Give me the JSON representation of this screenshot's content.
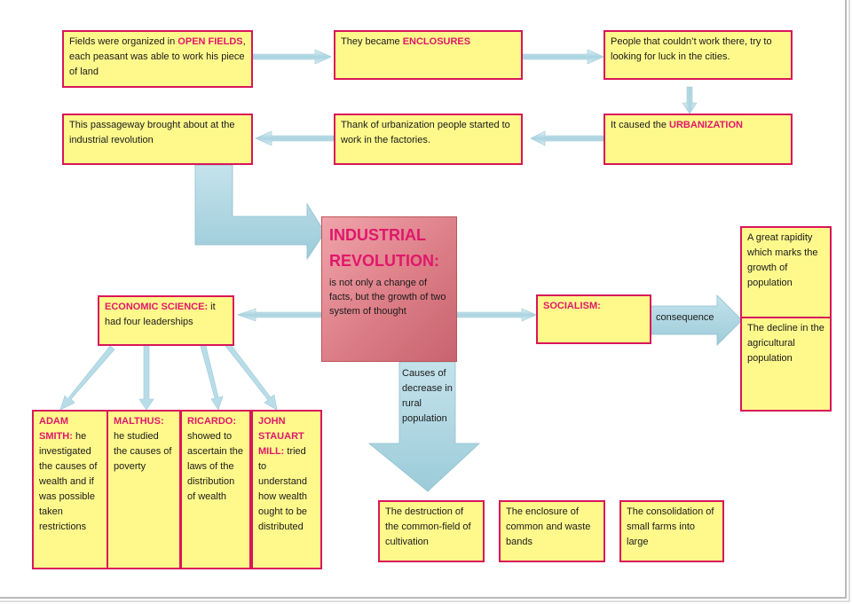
{
  "boxes": {
    "open_fields": {
      "pre": "Fields were organized in ",
      "hl": "OPEN FIELDS",
      "post": ", each peasant was able to work his piece of land"
    },
    "enclosures": {
      "pre": "They became ",
      "hl": "ENCLOSURES"
    },
    "cities": {
      "text": "People that couldn’t  work there, try to looking for luck in the cities."
    },
    "urbanization": {
      "pre": "It  caused the ",
      "hl": "URBANIZATION"
    },
    "factories": {
      "text": "Thank of urbanization people started to work in the factories."
    },
    "passageway": {
      "text": "This passageway brought about at the industrial revolution"
    },
    "economic": {
      "hl": "ECONOMIC SCIENCE:",
      "post": " it had four leaderships"
    },
    "socialism": {
      "hl": "SOCIALISM:"
    },
    "rapidity": {
      "text": "A great rapidity which marks the growth of population"
    },
    "decline": {
      "text": "The decline in the agricultural population"
    },
    "smith": {
      "hd": "ADAM SMITH:",
      "post": " he investigated the causes of wealth and if was possible taken restrictions"
    },
    "malthus": {
      "hd": "MALTHUS:",
      "post": " he studied the causes of poverty"
    },
    "ricardo": {
      "hd": "RICARDO:",
      "post": " showed to ascertain the laws of the distribution of wealth"
    },
    "mill": {
      "hd": "JOHN STAUART MILL:",
      "post": " tried to understand how wealth ought to be distributed"
    },
    "destruction": {
      "text": "The destruction of the common-field of cultivation"
    },
    "enclosure_common": {
      "text": "The enclosure of common and waste bands"
    },
    "consolidation": {
      "text": "The consolidation of small farms into large"
    }
  },
  "central": {
    "title": "INDUSTRIAL REVOLUTION:",
    "subtitle": "is not only a change of facts, but the growth of two system of thought"
  },
  "labels": {
    "consequence": "consequence",
    "causes": "Causes of decrease in rural population"
  },
  "colors": {
    "box_fill": "#fff98c",
    "box_border": "#d9155a",
    "highlight": "#e0176a",
    "arrow": "#b8dde8"
  }
}
